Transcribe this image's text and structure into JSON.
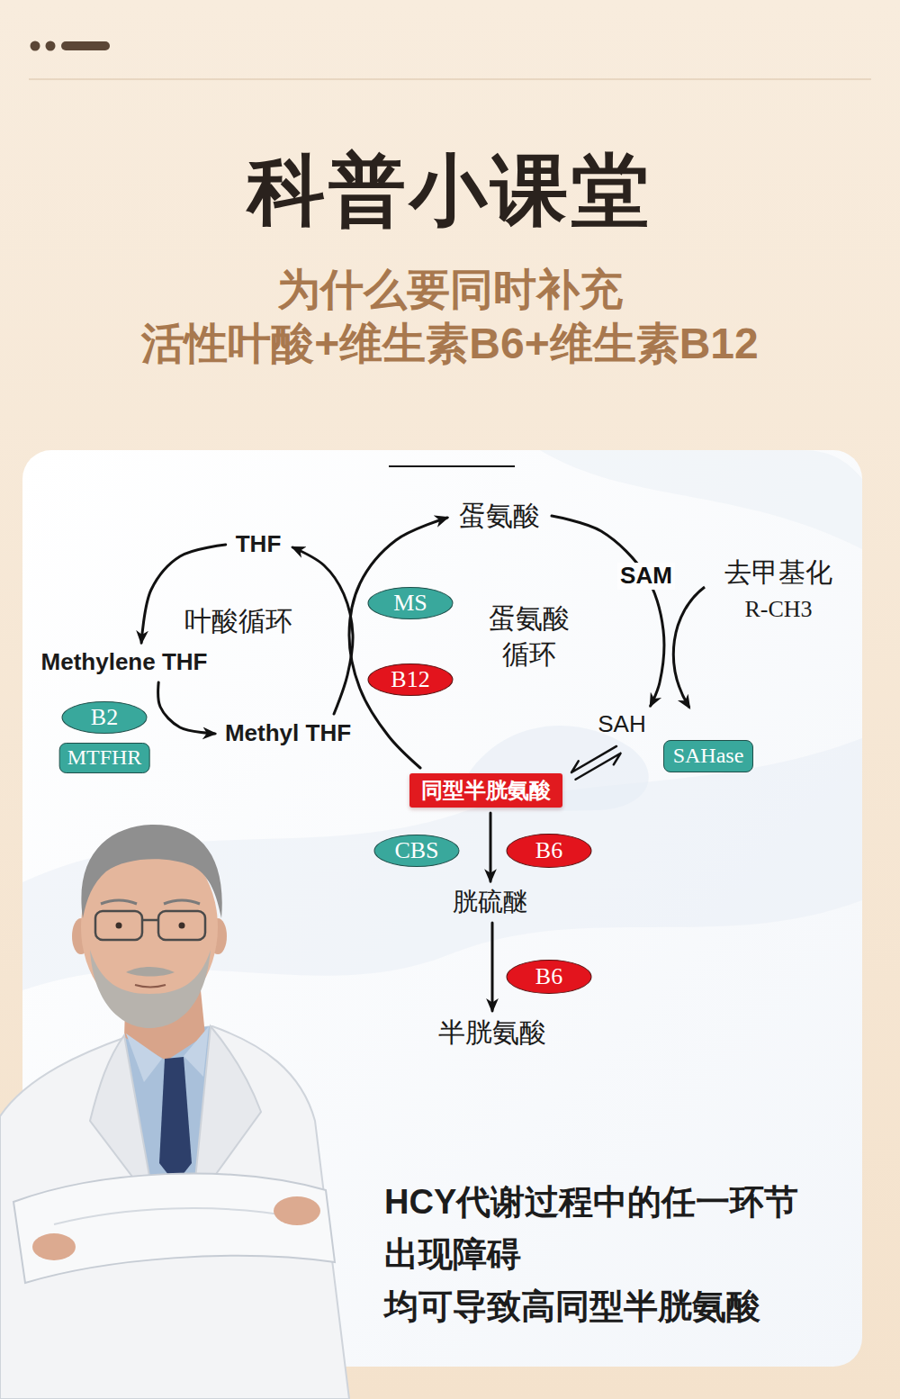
{
  "diagram": {
    "title": "科普小课堂",
    "caption": "HCY代谢过程中的任一环节 出现障碍 均可导致高同型半胱氨酸",
    "nodes": [
      {
        "text": [
          "蛋氨酸"
        ]
      },
      {
        "text": [
          "THF"
        ]
      },
      {
        "text": [
          "MS"
        ]
      },
      {
        "text": [
          "Methylene THF"
        ]
      },
      {
        "text": [
          "B12"
        ]
      },
      {
        "text": [
          "B2"
        ]
      },
      {
        "text": [
          "SAH"
        ]
      },
      {
        "text": [
          "Methyl THF"
        ]
      },
      {
        "text": [
          "MTFHR"
        ]
      },
      {
        "text": [
          "SAHase"
        ]
      },
      {
        "text": [
          "同型半胱氨酸"
        ]
      },
      {
        "text": [
          "CBS"
        ]
      },
      {
        "text": [
          "B6"
        ]
      },
      {
        "text": [
          "胱硫醚"
        ]
      },
      {
        "text": [
          "B6"
        ]
      },
      {
        "text": [
          "半胱氨酸"
        ]
      }
    ],
    "edges": [
      {
        "from": 1,
        "to": 3,
        "arrow": "to"
      },
      {
        "from": 3,
        "to": 7,
        "arrow": "to"
      },
      {
        "from": 7,
        "to": 1,
        "arrow": "to"
      },
      {
        "from": 10,
        "to": 0,
        "arrow": "to"
      },
      {
        "from": 0,
        "to": 6,
        "label": "SAM",
        "arrow": "to"
      },
      {
        "from": 6,
        "to": 10,
        "arrow": "both"
      },
      {
        "from": 10,
        "to": 13,
        "arrow": "to"
      },
      {
        "from": 13,
        "to": 15,
        "arrow": "to"
      }
    ],
    "labels": [
      "为什么要同时补充",
      "活性叶酸+维生素B6+维生素B12",
      "叶酸循环",
      "蛋氨酸 循环",
      "去甲基化",
      "R-CH3"
    ]
  }
}
